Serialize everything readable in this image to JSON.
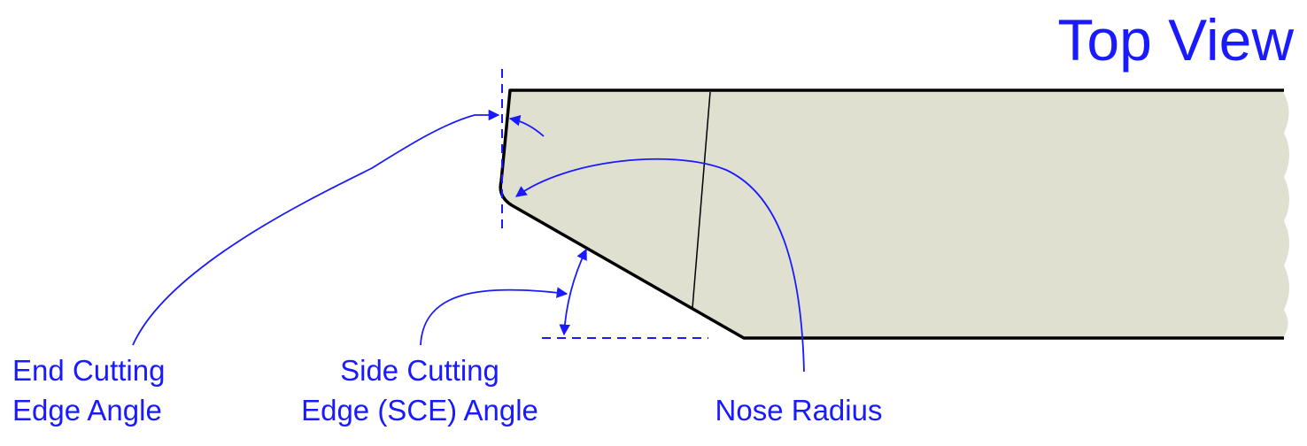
{
  "title": "Top View",
  "labels": {
    "end_cutting": [
      "End Cutting",
      "Edge Angle"
    ],
    "side_cutting": [
      "Side Cutting",
      "Edge (SCE) Angle"
    ],
    "nose_radius": "Nose Radius"
  },
  "colors": {
    "annotation": "#1a1aff",
    "tool_fill": "#dfe0cf",
    "outline": "#000000",
    "background": "#ffffff"
  }
}
